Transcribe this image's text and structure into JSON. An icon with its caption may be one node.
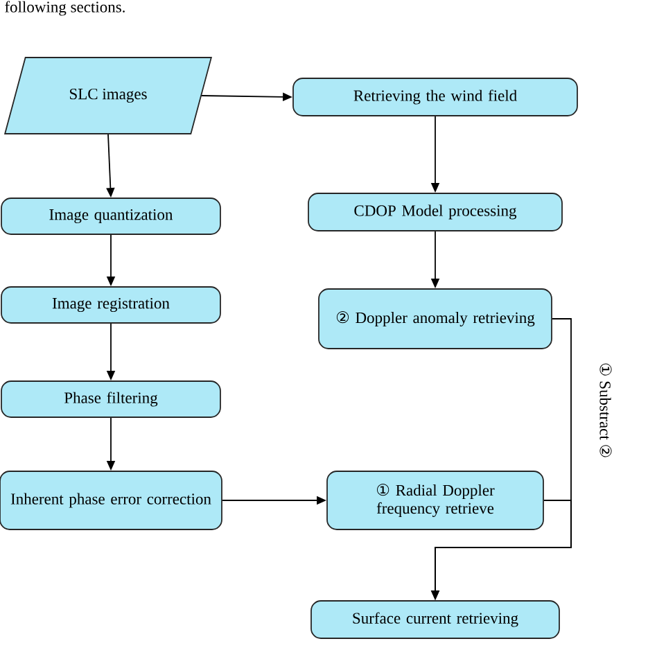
{
  "diagram": {
    "nodes": [
      {
        "text": [
          "SLC images"
        ]
      },
      {
        "text": [
          "Retrieving the wind field"
        ]
      },
      {
        "text": [
          "Image quantization"
        ]
      },
      {
        "text": [
          "Image registration"
        ]
      },
      {
        "text": [
          "Phase filtering"
        ]
      },
      {
        "text": [
          "Inherent phase error correction"
        ]
      },
      {
        "text": [
          "CDOP Model processing"
        ]
      },
      {
        "text": [
          "② Doppler anomaly retrieving"
        ]
      },
      {
        "text": [
          "① Radial Doppler frequency retrieve"
        ]
      },
      {
        "text": [
          "Surface current retrieving"
        ]
      }
    ],
    "edges": [
      {
        "from": 0,
        "to": 1,
        "arrow": "to"
      },
      {
        "from": 0,
        "to": 2,
        "arrow": "to"
      },
      {
        "from": 2,
        "to": 3,
        "arrow": "to"
      },
      {
        "from": 3,
        "to": 4,
        "arrow": "to"
      },
      {
        "from": 4,
        "to": 5,
        "arrow": "to"
      },
      {
        "from": 1,
        "to": 6,
        "arrow": "to"
      },
      {
        "from": 6,
        "to": 7,
        "arrow": "to"
      },
      {
        "from": 5,
        "to": 8,
        "arrow": "to"
      },
      {
        "from": 7,
        "to": 9,
        "arrow": "to"
      },
      {
        "from": 8,
        "to": 9,
        "arrow": "to"
      }
    ],
    "labels": [
      "following sections.",
      "① Substract ②"
    ]
  }
}
